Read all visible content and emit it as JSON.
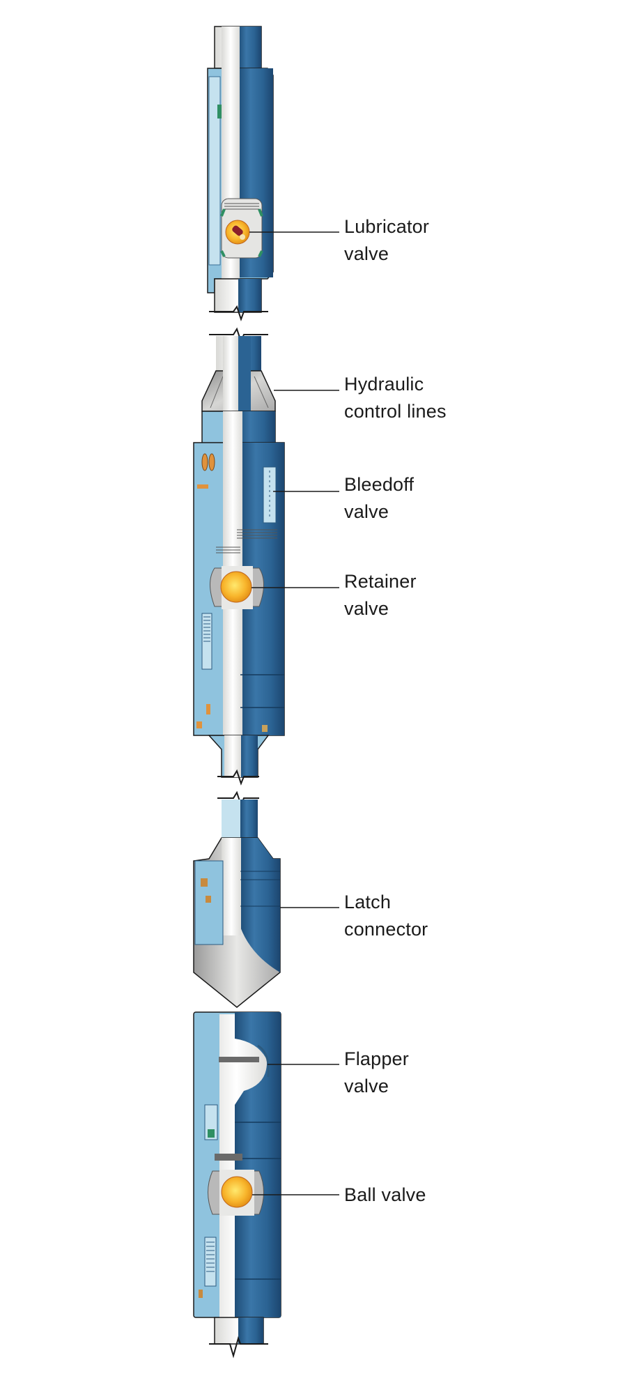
{
  "diagram": {
    "type": "cutaway tool schematic",
    "colors": {
      "body_blue": "#2e6a9a",
      "body_blue_dark": "#1f4e78",
      "body_blue_light": "#4b88b8",
      "section_light_blue": "#8fc3de",
      "section_pale_blue": "#c5e2ef",
      "bore_white": "#f2f2f0",
      "ball_orange": "#f7b52c",
      "ball_highlight": "#ffe36a",
      "seal_green": "#2f8f63",
      "steel_gray": "#b9b9b9",
      "outline": "#1a1a1a"
    },
    "components": [
      {
        "id": "lubricator",
        "label_line1": "Lubricator",
        "label_line2": "valve"
      },
      {
        "id": "hydraulic",
        "label_line1": "Hydraulic",
        "label_line2": "control lines"
      },
      {
        "id": "bleedoff",
        "label_line1": "Bleedoff",
        "label_line2": "valve"
      },
      {
        "id": "retainer",
        "label_line1": "Retainer",
        "label_line2": "valve"
      },
      {
        "id": "latch",
        "label_line1": "Latch",
        "label_line2": "connector"
      },
      {
        "id": "flapper",
        "label_line1": "Flapper",
        "label_line2": "valve"
      },
      {
        "id": "ball",
        "label_line1": "Ball valve",
        "label_line2": ""
      }
    ]
  }
}
